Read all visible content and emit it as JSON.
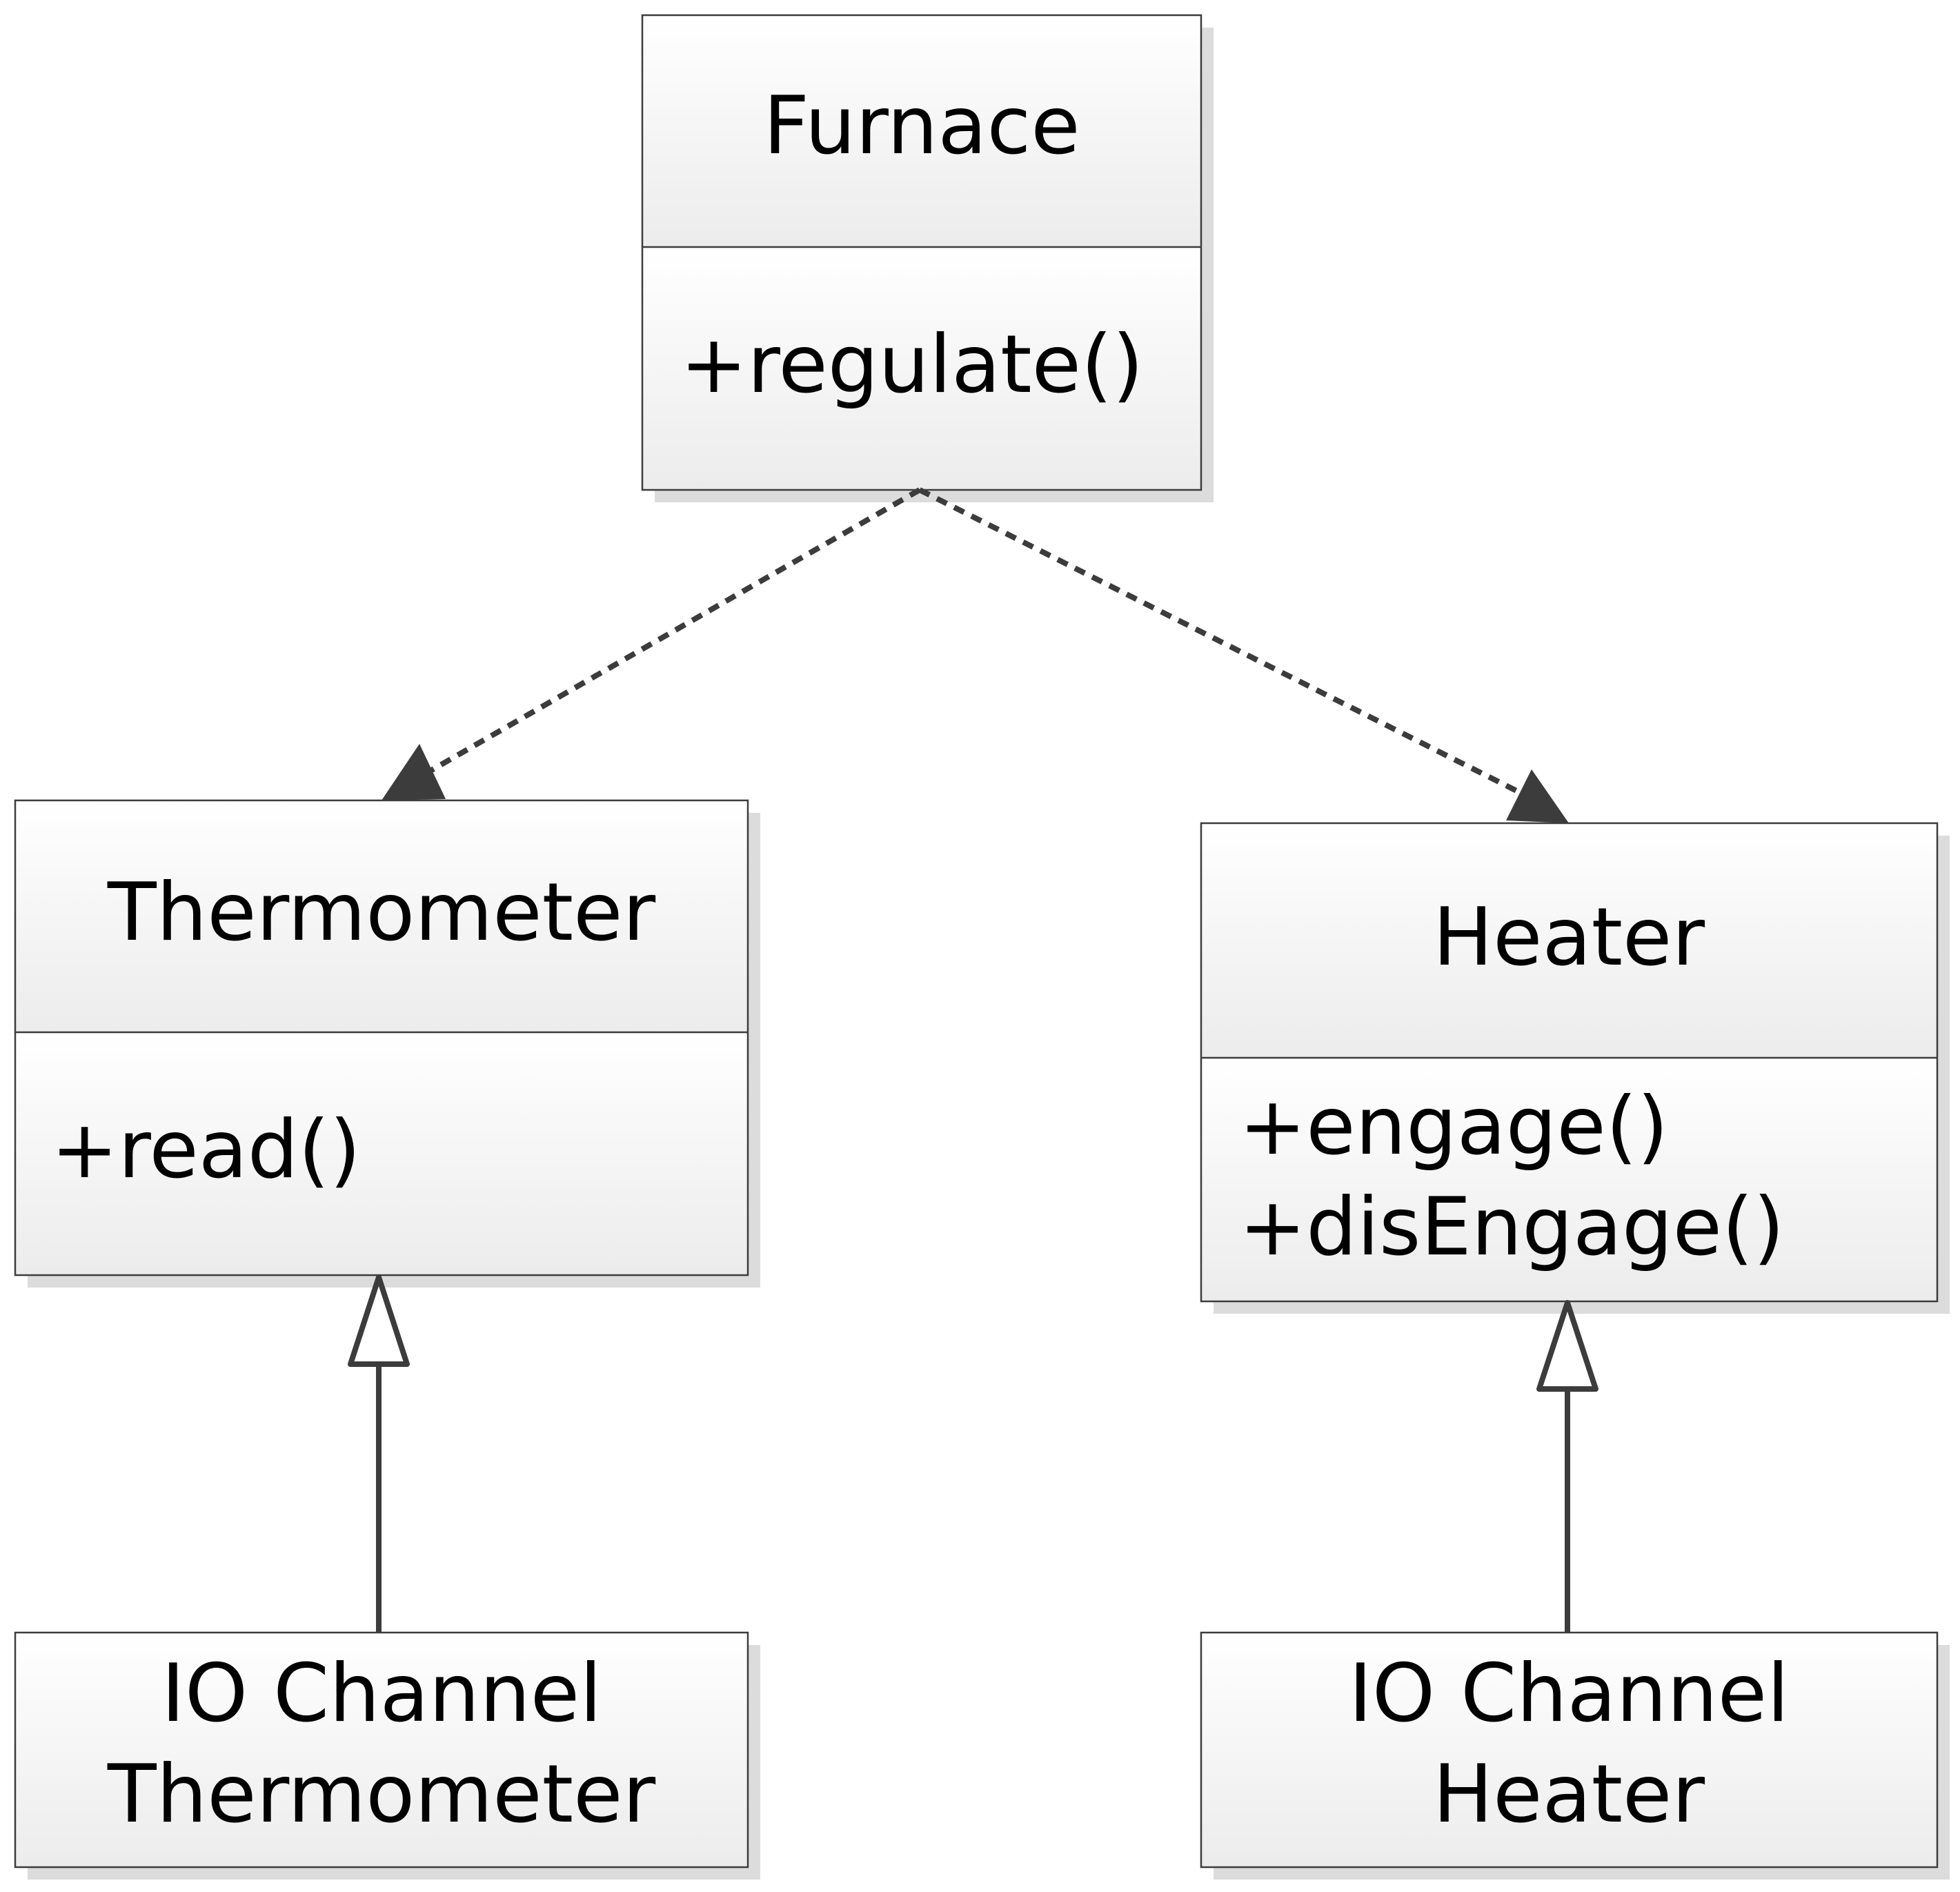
{
  "colors": {
    "box_stroke": "#3c3c3c",
    "connector": "#3c3c3c",
    "shadow": "#dcdcdc",
    "fill_top": "#ffffff",
    "fill_bottom": "#ececec",
    "text": "#000000"
  },
  "classes": {
    "furnace": {
      "name": "Furnace",
      "operations": [
        "+regulate()"
      ]
    },
    "thermometer": {
      "name": "Thermometer",
      "operations": [
        "+read()"
      ]
    },
    "heater": {
      "name": "Heater",
      "operations": [
        "+engage()",
        "+disEngage()"
      ]
    },
    "io_thermometer": {
      "name_lines": [
        "IO Channel",
        "Thermometer"
      ]
    },
    "io_heater": {
      "name_lines": [
        "IO Channel",
        "Heater"
      ]
    }
  },
  "relationships": [
    {
      "from": "furnace",
      "to": "thermometer",
      "kind": "dependency"
    },
    {
      "from": "furnace",
      "to": "heater",
      "kind": "dependency"
    },
    {
      "from": "io_thermometer",
      "to": "thermometer",
      "kind": "generalization"
    },
    {
      "from": "io_heater",
      "to": "heater",
      "kind": "generalization"
    }
  ]
}
